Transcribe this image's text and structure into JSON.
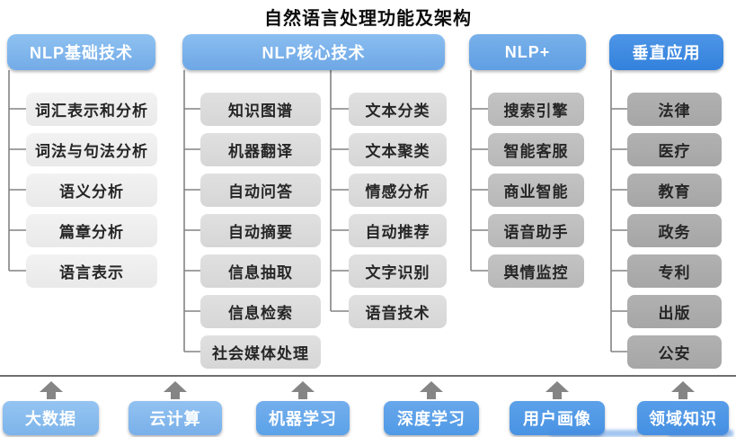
{
  "title": "自然语言处理功能及架构",
  "palette": {
    "header_blue_basic": "#81b7ee",
    "header_blue_core": "#7cb3ec",
    "header_blue_plus": "#6ca8e7",
    "header_blue_vertical": "#3f8ce2",
    "node_gray_basic": "#eeeeee",
    "node_gray_core": "#dbdbdb",
    "node_gray_plus": "#bdbdbd",
    "node_gray_vertical": "#ababab",
    "foundation_blue_light": "#8abef0",
    "foundation_blue_deep": "#4b94e5",
    "connector_gray": "#848484",
    "arrow_gray": "#858585",
    "title_color": "#0d0d0d"
  },
  "columns": {
    "basic": {
      "header": "NLP基础技术",
      "items": [
        "词汇表示和分析",
        "词法与句法分析",
        "语义分析",
        "篇章分析",
        "语言表示"
      ]
    },
    "core": {
      "header": "NLP核心技术",
      "left": [
        "知识图谱",
        "机器翻译",
        "自动问答",
        "自动摘要",
        "信息抽取",
        "信息检索",
        "社会媒体处理"
      ],
      "right": [
        "文本分类",
        "文本聚类",
        "情感分析",
        "自动推荐",
        "文字识别",
        "语音技术"
      ]
    },
    "plus": {
      "header": "NLP+",
      "items": [
        "搜索引擎",
        "智能客服",
        "商业智能",
        "语音助手",
        "舆情监控"
      ]
    },
    "vertical": {
      "header": "垂直应用",
      "items": [
        "法律",
        "医疗",
        "教育",
        "政务",
        "专利",
        "出版",
        "公安"
      ]
    }
  },
  "foundation": [
    "大数据",
    "云计算",
    "机器学习",
    "深度学习",
    "用户画像",
    "领域知识"
  ]
}
